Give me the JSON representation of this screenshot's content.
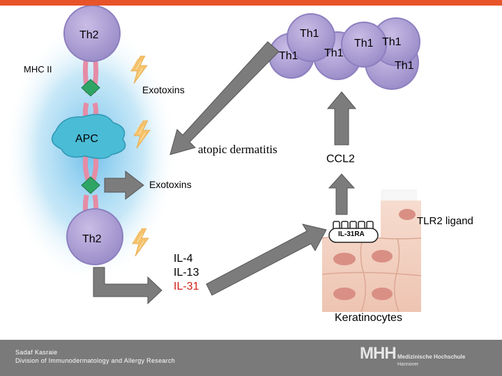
{
  "diagram": {
    "cells": {
      "th2_top": "Th2",
      "th2_bottom": "Th2",
      "apc": "APC",
      "th1": [
        "Th1",
        "Th1",
        "Th1",
        "Th1",
        "Th1",
        "Th1"
      ]
    },
    "labels": {
      "mhc": "MHC II",
      "exotoxins_top": "Exotoxins",
      "exotoxins_mid": "Exotoxins",
      "disease": "atopic dermatitis",
      "ccl2": "CCL2",
      "tlr2": "TLR2 ligand",
      "receptor": "IL-31RA",
      "keratinocytes": "Keratinocytes"
    },
    "cytokines": [
      "IL-4",
      "IL-13",
      "IL-31"
    ],
    "colors": {
      "cell_fill": "#b3a6d6",
      "cell_dark": "#8d7fbf",
      "apc_fill": "#4bbcd6",
      "arrow_fill": "#7c7c7c",
      "bolt": "#f5c26b",
      "il31": "#d0211b",
      "keratinocyte": "#f2d3c4",
      "nucleus": "#d98f84"
    }
  },
  "footer": {
    "author": "Sadaf Kasraie",
    "division": "Division of Immunodermatology and Allergy Research",
    "logo_mark": "MHH",
    "logo_name": "Medizinische Hochschule",
    "logo_city": "Hannover"
  }
}
